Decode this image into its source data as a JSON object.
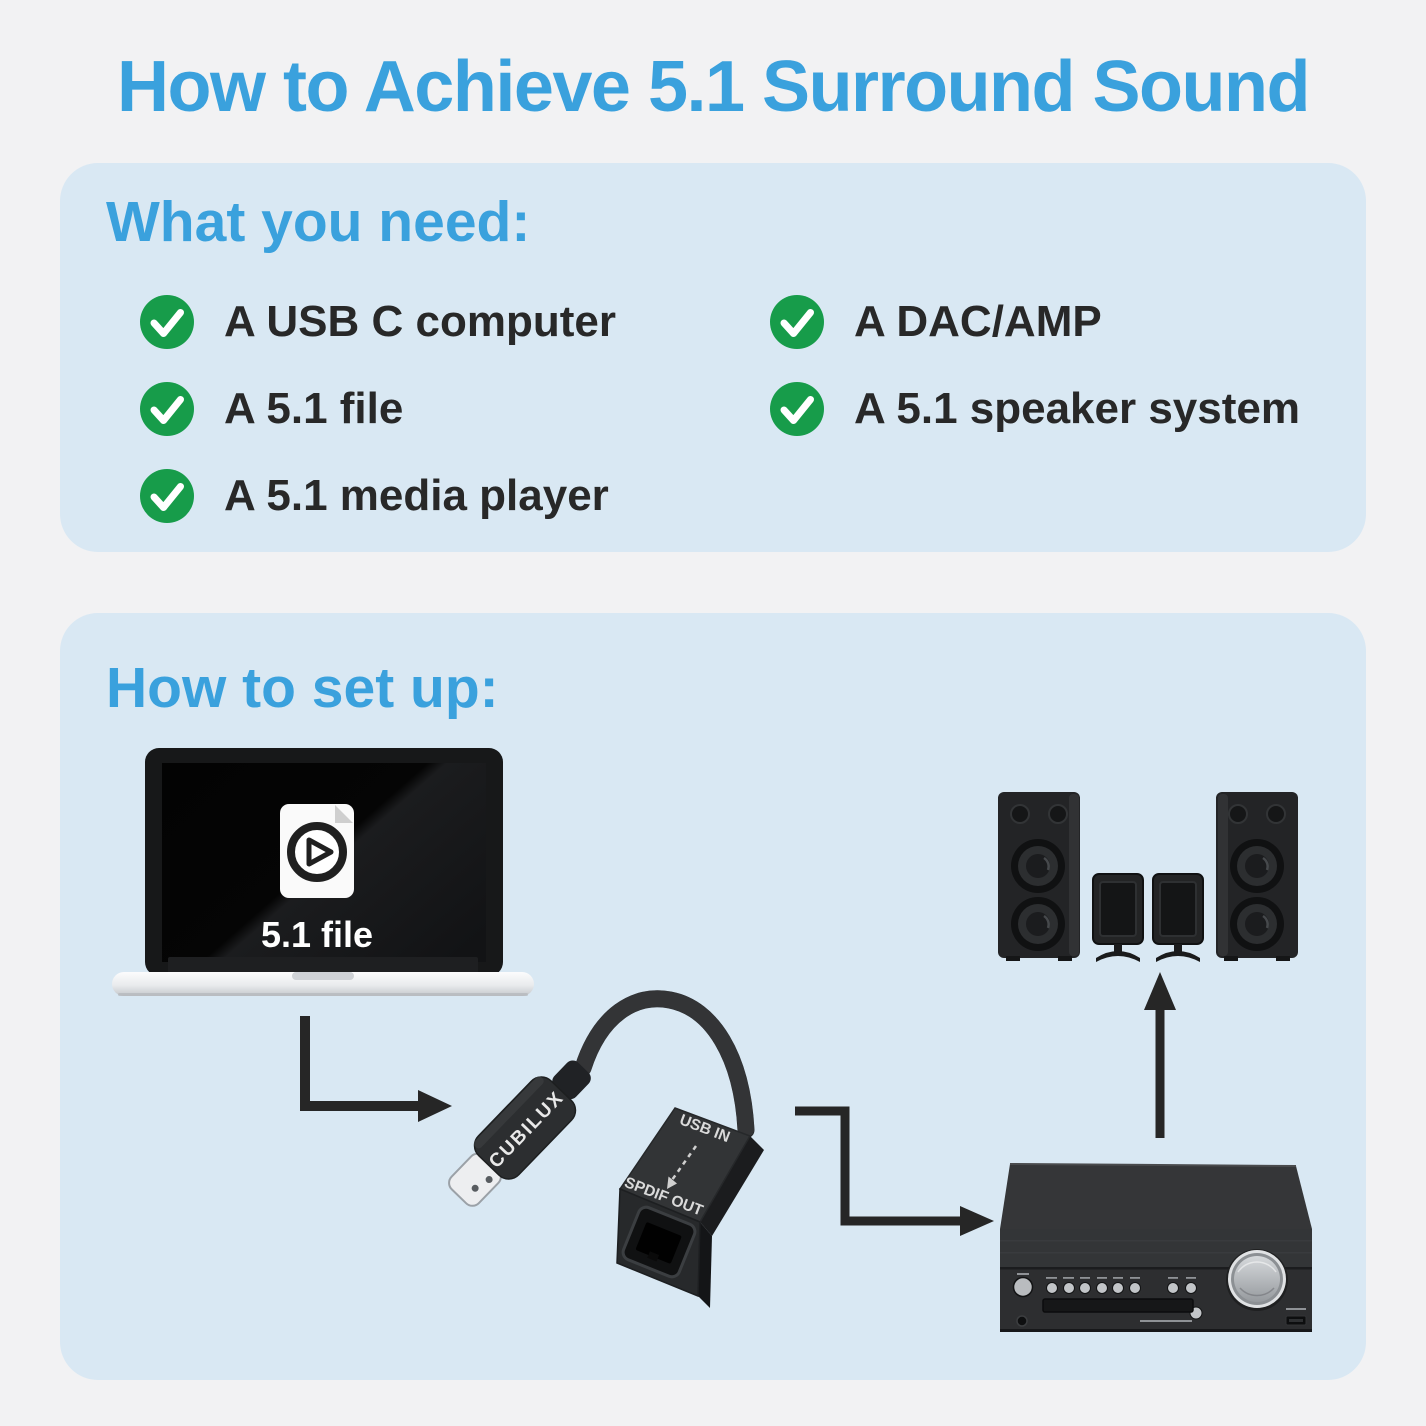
{
  "title": "How to Achieve 5.1 Surround Sound",
  "colors": {
    "accent_blue": "#3aa1dd",
    "panel_blue": "#d9e8f3",
    "check_green": "#179c4a",
    "text_dark": "#282828",
    "page_bg": "#f2f2f3"
  },
  "what_you_need": {
    "heading": "What you need:",
    "items": [
      "A USB C computer",
      "A 5.1 file",
      "A 5.1 media player",
      "A DAC/AMP",
      "A 5.1 speaker system"
    ]
  },
  "how_to_set_up": {
    "heading": "How to set up:",
    "laptop_file_label": "5.1 file",
    "adapter_brand": "CUBILUX",
    "adapter_usb_in_label": "USB IN",
    "adapter_spdif_out_label": "SPDIF OUT"
  }
}
